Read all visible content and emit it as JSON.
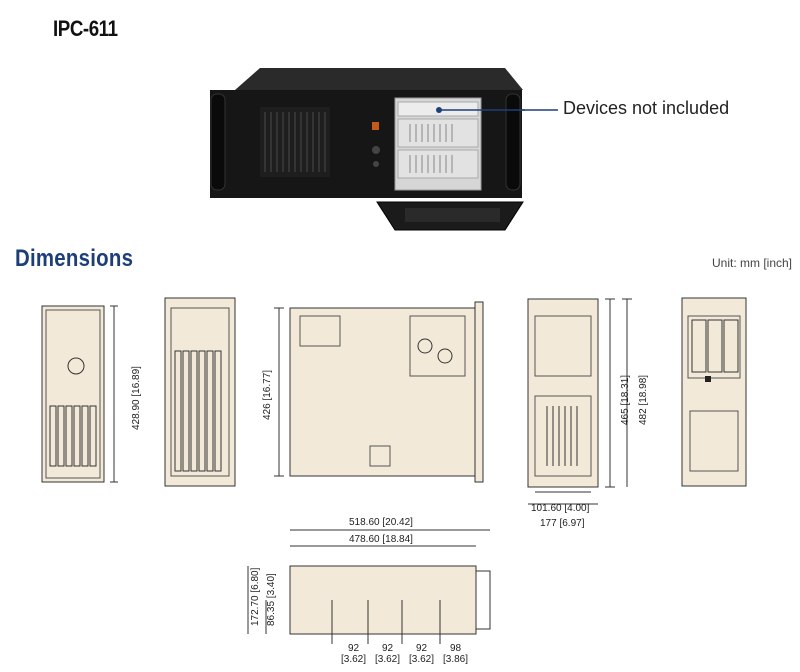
{
  "product": {
    "title": "IPC-611"
  },
  "callout": {
    "text": "Devices not included"
  },
  "dimensions": {
    "heading": "Dimensions",
    "unit": "Unit: mm [inch]",
    "front_height": "428.90 [16.89]",
    "side_height": "426 [16.77]",
    "back_height_1": "465 [18.31]",
    "back_height_2": "482 [18.98]",
    "back_width_1": "101.60 [4.00]",
    "back_width_2": "177 [6.97]",
    "top_width_1": "518.60 [20.42]",
    "top_width_2": "478.60 [18.84]",
    "top_height_1": "172.70 [6.80]",
    "top_height_2": "86.35 [3.40]",
    "top_segments": [
      {
        "mm": "92",
        "inch": "[3.62]"
      },
      {
        "mm": "92",
        "inch": "[3.62]"
      },
      {
        "mm": "92",
        "inch": "[3.62]"
      },
      {
        "mm": "98",
        "inch": "[3.86]"
      }
    ]
  },
  "colors": {
    "heading": "#1d3f78",
    "panel": "#f3e9d9",
    "chassis": "#1a1a1a"
  }
}
